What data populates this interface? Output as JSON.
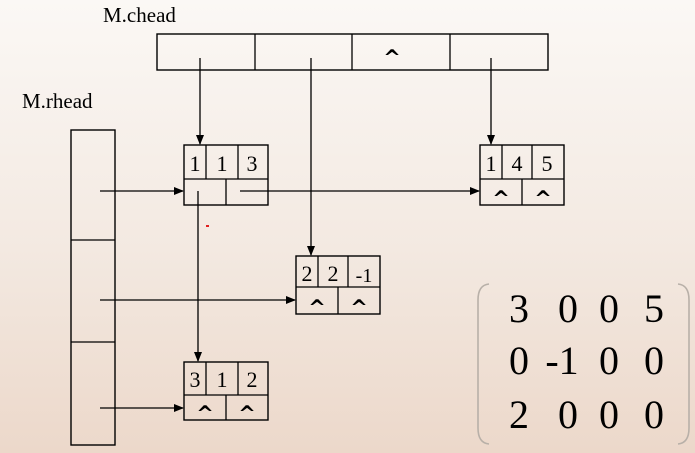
{
  "labels": {
    "chead": "M.chead",
    "rhead": "M.rhead"
  },
  "null_symbol": "^",
  "chead_slots": [
    "",
    "",
    "^",
    ""
  ],
  "rhead_slots": [
    "",
    "",
    ""
  ],
  "nodes": [
    {
      "i": "1",
      "j": "1",
      "e": "3",
      "down": "",
      "right": ""
    },
    {
      "i": "1",
      "j": "4",
      "e": "5",
      "down": "^",
      "right": "^"
    },
    {
      "i": "2",
      "j": "2",
      "e": "-1",
      "down": "^",
      "right": "^"
    },
    {
      "i": "3",
      "j": "1",
      "e": "2",
      "down": "^",
      "right": "^"
    }
  ],
  "matrix": [
    [
      "3",
      "0",
      "0",
      "5"
    ],
    [
      "0",
      "-1",
      "0",
      "0"
    ],
    [
      "2",
      "0",
      "0",
      "0"
    ]
  ]
}
